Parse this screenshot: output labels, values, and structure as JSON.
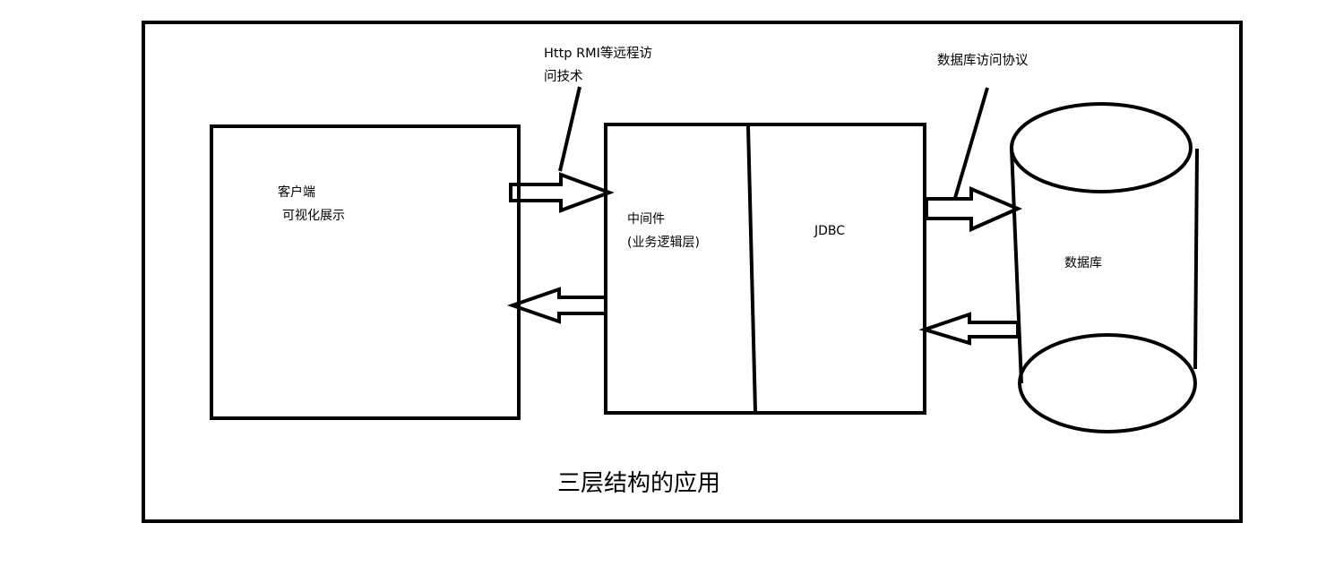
{
  "diagram": {
    "title": "三层结构的应用",
    "nodes": {
      "client": {
        "lines": [
          "客户端",
          "可视化展示"
        ]
      },
      "middleware": {
        "lines": [
          "中间件",
          "(业务逻辑层)"
        ]
      },
      "jdbc": {
        "label": "JDBC"
      },
      "database": {
        "label": "数据库"
      }
    },
    "annotations": {
      "client_middleware": {
        "lines": [
          "Http RMI等远程访",
          "问技术"
        ]
      },
      "jdbc_database": {
        "label": "数据库访问协议"
      }
    },
    "edges": [
      {
        "from": "client",
        "to": "middleware"
      },
      {
        "from": "middleware",
        "to": "client"
      },
      {
        "from": "jdbc",
        "to": "database"
      },
      {
        "from": "database",
        "to": "jdbc"
      }
    ],
    "colors": {
      "stroke": "#000000",
      "background": "#ffffff"
    }
  }
}
